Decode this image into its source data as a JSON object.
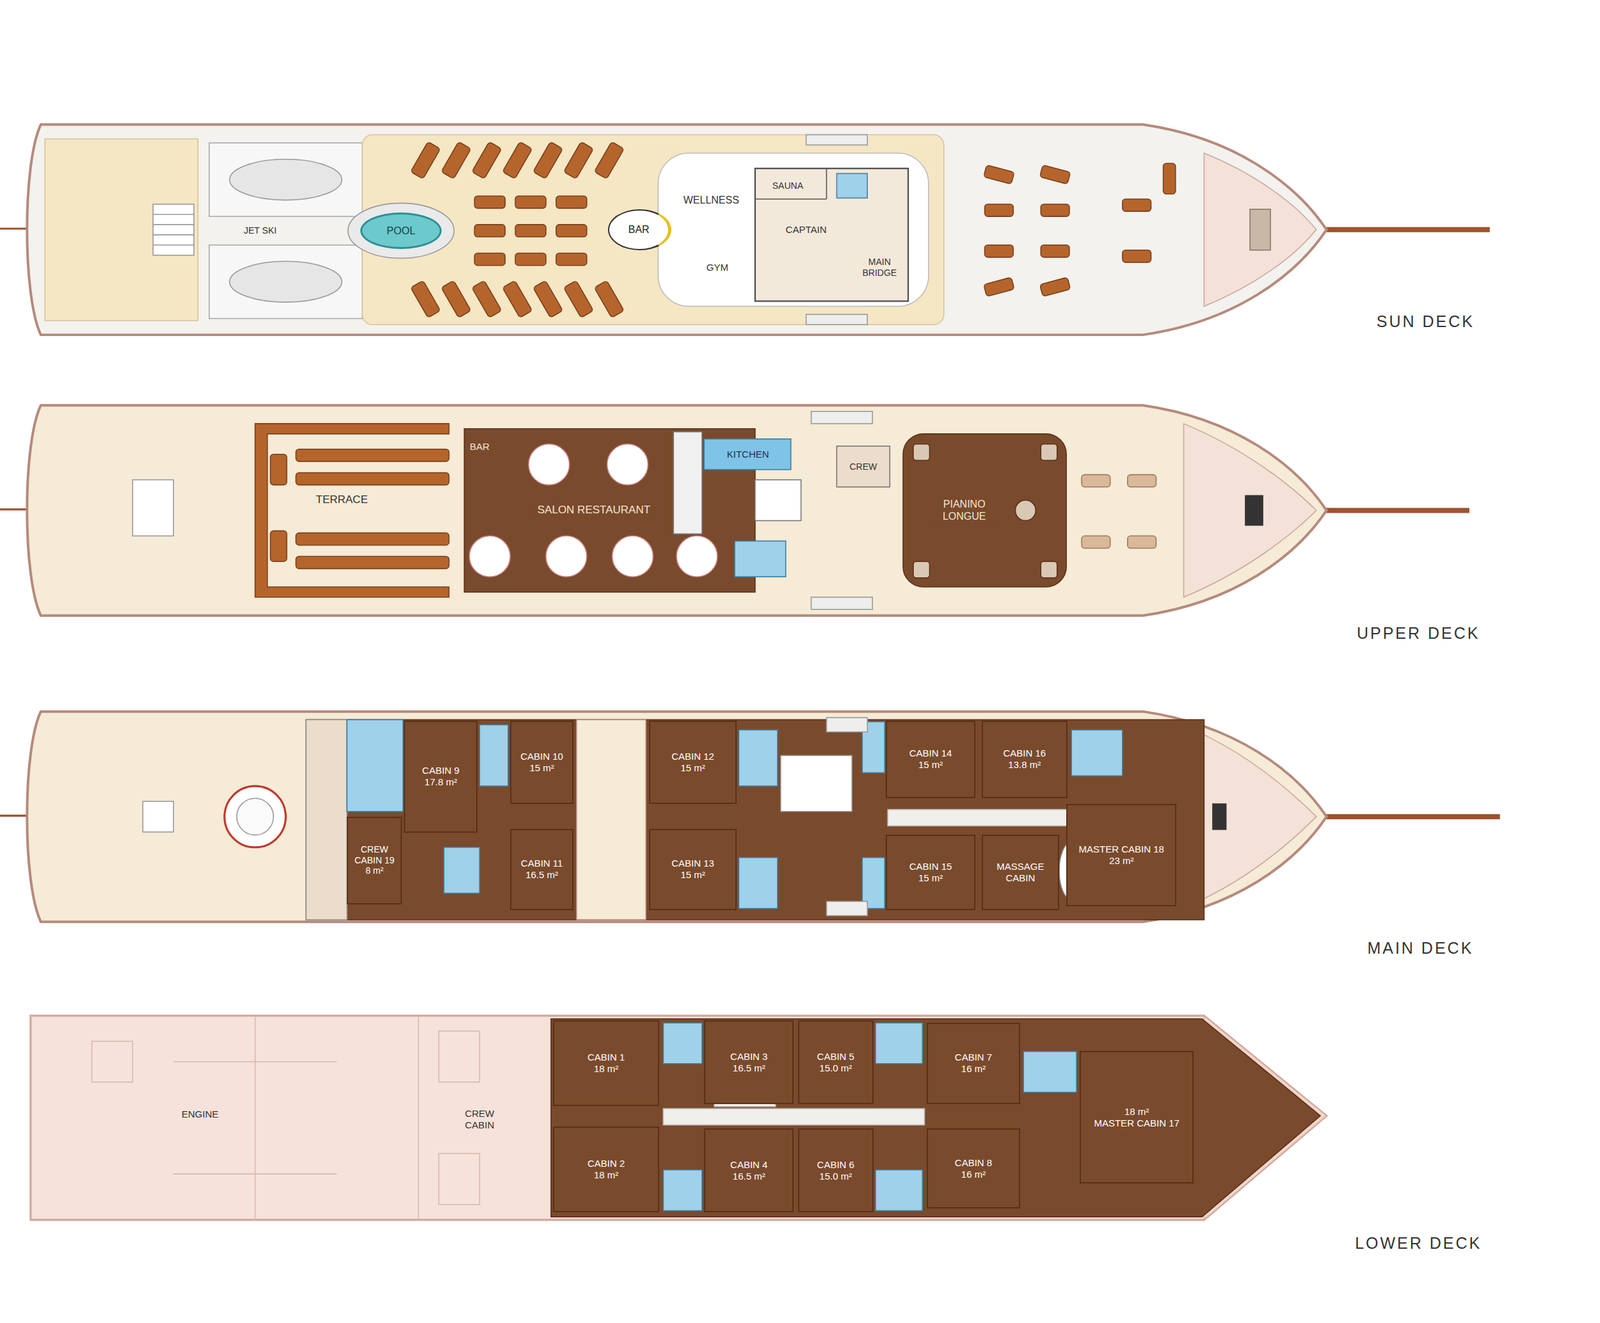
{
  "diagram": {
    "nodes": [
      {
        "text": [
          "POOL"
        ]
      },
      {
        "text": [
          "BAR"
        ]
      },
      {
        "text": [
          "CREW CABIN 19",
          "8 m²"
        ]
      },
      {
        "text": [
          "CABIN 9",
          "17.8 m²"
        ]
      },
      {
        "text": [
          "CABIN 10",
          "15 m²"
        ]
      },
      {
        "text": [
          "CABIN 11",
          "16.5 m²"
        ]
      },
      {
        "text": [
          "CABIN 12",
          "15 m²"
        ]
      },
      {
        "text": [
          "CABIN 13",
          "15 m²"
        ]
      },
      {
        "text": [
          "CABIN 14",
          "15 m²"
        ]
      },
      {
        "text": [
          "CABIN 16",
          "13.8 m²"
        ]
      },
      {
        "text": [
          "CABIN 15",
          "15 m²"
        ]
      },
      {
        "text": [
          "MASSAGE CABIN"
        ]
      },
      {
        "text": [
          "MASTER CABIN 18",
          "23 m²"
        ]
      },
      {
        "text": [
          "CABIN 1",
          "18 m²"
        ]
      },
      {
        "text": [
          "CABIN 2",
          "18 m²"
        ]
      },
      {
        "text": [
          "CABIN 3",
          "16.5 m²"
        ]
      },
      {
        "text": [
          "CABIN 4",
          "16.5 m²"
        ]
      },
      {
        "text": [
          "CABIN 5",
          "15.0 m²"
        ]
      },
      {
        "text": [
          "CABIN 6",
          "15.0 m²"
        ]
      },
      {
        "text": [
          "CABIN 7",
          "16 m²"
        ]
      },
      {
        "text": [
          "CABIN 8",
          "16 m²"
        ]
      },
      {
        "text": [
          "18 m²",
          "MASTER CABIN 17"
        ]
      }
    ],
    "labels": [
      "JET SKI",
      "WELLNESS",
      "SAUNA",
      "CAPTAIN",
      "GYM",
      "MAIN BRIDGE",
      "SUN DECK",
      "BAR",
      "KITCHEN",
      "CREW",
      "TERRACE",
      "SALON RESTAURANT",
      "PIANINO LONGUE",
      "UPPER DECK",
      "MAIN DECK",
      "ENGINE",
      "CREW CABIN",
      "LOWER DECK"
    ]
  }
}
